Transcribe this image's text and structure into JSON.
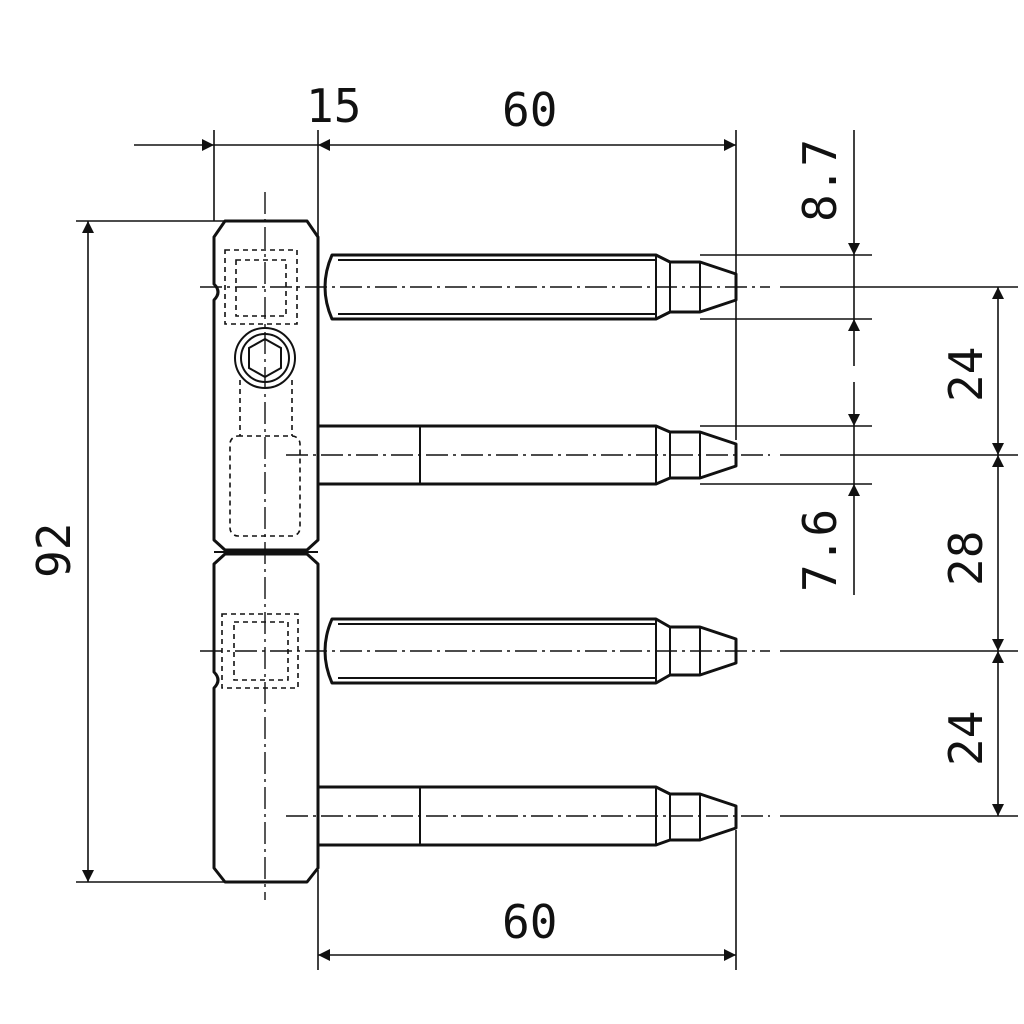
{
  "drawing": {
    "dimensions": {
      "plate_thickness": "15",
      "pin_length_top": "60",
      "pin_length_bottom": "60",
      "overall_height": "92",
      "top_offset": "8.7",
      "pin_diameter": "7.6",
      "spacing_upper": "24",
      "spacing_middle": "28",
      "spacing_lower": "24"
    },
    "colors": {
      "line": "#111111",
      "background": "#ffffff"
    }
  }
}
